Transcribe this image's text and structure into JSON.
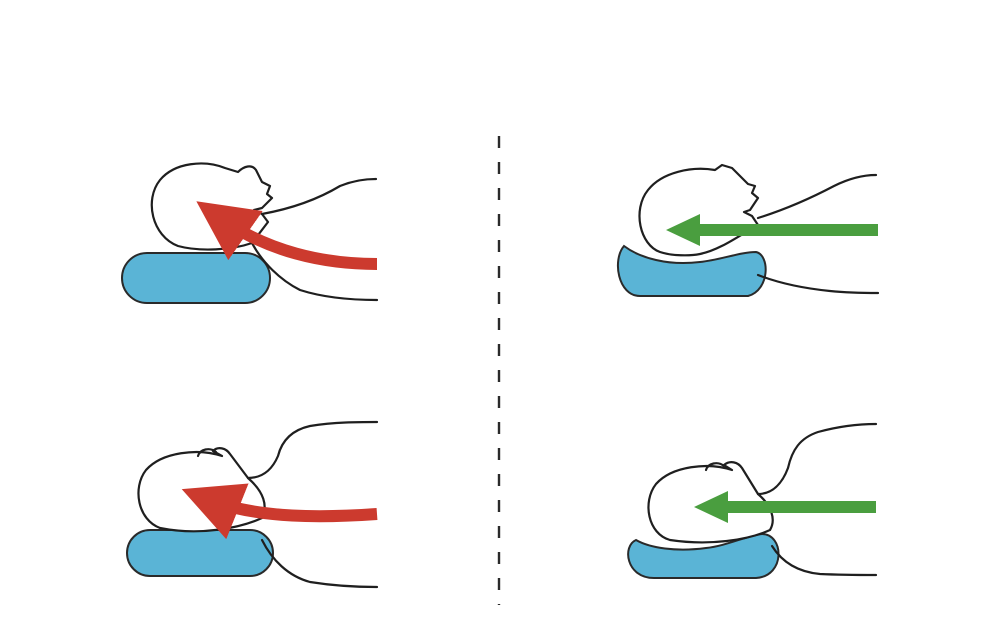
{
  "panels": [
    {
      "id": "top-left",
      "posture": "supine",
      "pillow": "flat",
      "alignment": "incorrect",
      "arrow": "curved"
    },
    {
      "id": "top-right",
      "posture": "supine",
      "pillow": "contoured",
      "alignment": "correct",
      "arrow": "straight"
    },
    {
      "id": "bottom-left",
      "posture": "side",
      "pillow": "flat",
      "alignment": "incorrect",
      "arrow": "curved"
    },
    {
      "id": "bottom-right",
      "posture": "side",
      "pillow": "contoured",
      "alignment": "correct",
      "arrow": "straight"
    }
  ],
  "colors": {
    "pillow_fill": "#5ab4d6",
    "pillow_stroke": "#2a2a2a",
    "incorrect_arrow": "#cc3a2e",
    "correct_arrow": "#4a9e3f",
    "outline": "#1f1f1f",
    "background": "#ffffff"
  },
  "icons": {
    "incorrect": "curved-arrow-icon",
    "correct": "straight-arrow-icon"
  }
}
